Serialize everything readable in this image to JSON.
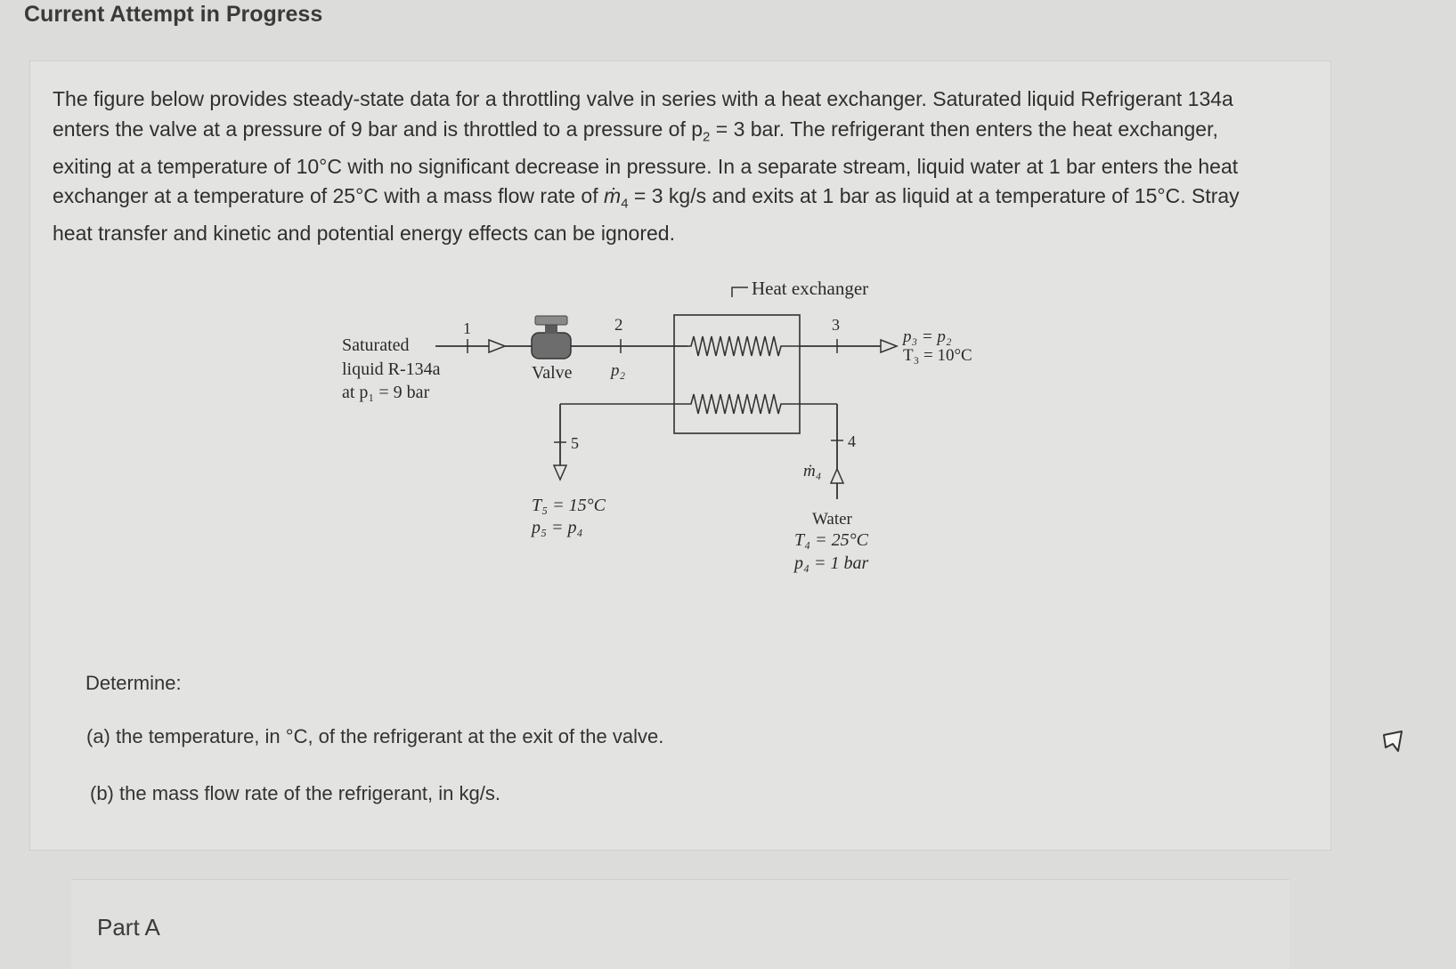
{
  "header": {
    "title": "Current Attempt in Progress"
  },
  "problem": {
    "line1": "The figure below provides steady-state data for a throttling valve in series with a heat exchanger. Saturated liquid Refrigerant 134a",
    "line2a": "enters the valve at a pressure of 9 bar and is throttled to a pressure of p",
    "line2sub": "2",
    "line2b": " = 3 bar. The refrigerant then enters the heat exchanger,",
    "line3": "exiting at a temperature of 10°C with no significant decrease in pressure. In a separate stream, liquid water at 1 bar enters the heat",
    "line4a": "exchanger at a temperature of 25°C with a mass flow rate of ",
    "line4mdot": "ṁ",
    "line4sub": "4",
    "line4b": " =  3 kg/s and exits at 1 bar as liquid at a temperature of 15°C. Stray",
    "line5": "heat transfer and kinetic and potential energy effects can be ignored."
  },
  "figure": {
    "heat_exchanger_label": "Heat exchanger",
    "inlet_label_1": "Saturated",
    "inlet_label_2": "liquid R-134a",
    "inlet_label_3": "at p₁ = 9 bar",
    "state1": "1",
    "state2": "2",
    "state3": "3",
    "state4": "4",
    "state5": "5",
    "valve_label": "Valve",
    "p2_label": "p₂",
    "exit3_line1": "p₃ = p₂",
    "exit3_line2": "T₃ = 10°C",
    "state5_line1": "T₅ = 15°C",
    "state5_line2": "p₅ = p₄",
    "mdot4_label": "ṁ₄",
    "water_line1": "Water",
    "water_line2": "T₄ = 25°C",
    "water_line3": "p₄ = 1 bar"
  },
  "determine": {
    "heading": "Determine:",
    "item_a": "(a) the temperature, in °C, of the refrigerant at the exit of the valve.",
    "item_b": "(b) the mass flow rate of the refrigerant, in kg/s."
  },
  "part": {
    "label": "Part A"
  },
  "icons": {
    "cursor": "mouse-pointer-icon"
  }
}
